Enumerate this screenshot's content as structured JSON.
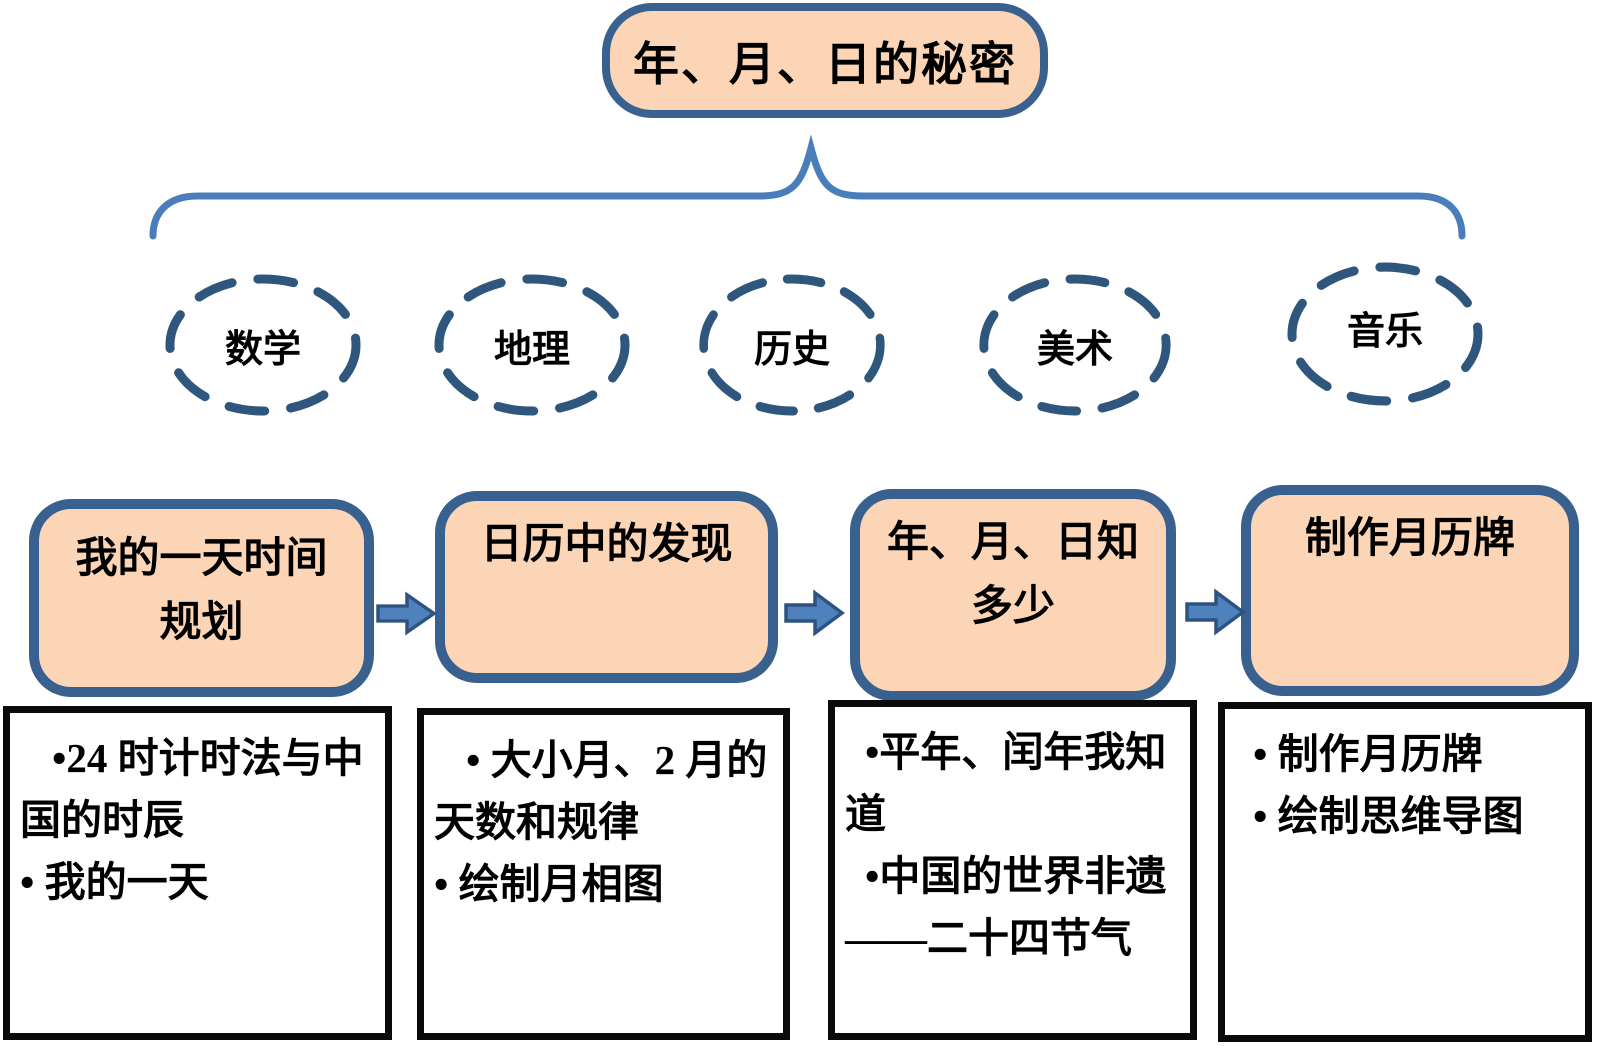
{
  "colors": {
    "peach": "#fbd5b5",
    "box-border": "#38618f",
    "brace": "#4a7ebb",
    "dash": "#2f567c",
    "arrow-fill": "#4f81bd",
    "arrow-border": "#2e5380",
    "detail-border": "#0a0a0a",
    "ink": "#000000"
  },
  "title": "年、月、日的秘密",
  "subjects": [
    {
      "label": "数学"
    },
    {
      "label": "地理"
    },
    {
      "label": "历史"
    },
    {
      "label": "美术"
    },
    {
      "label": "音乐"
    }
  ],
  "stages": [
    {
      "lines": [
        "我的一天时间",
        "规划"
      ]
    },
    {
      "lines": [
        "日历中的发现"
      ]
    },
    {
      "lines": [
        "年、月、日知",
        "多少"
      ]
    },
    {
      "lines": [
        "制作月历牌"
      ]
    }
  ],
  "details": [
    {
      "lines": [
        {
          "text": "•24 时计时法与中"
        },
        {
          "text": "国的时辰"
        },
        {
          "text": "• 我的一天"
        }
      ]
    },
    {
      "lines": [
        {
          "text": "• 大小月、2 月的"
        },
        {
          "text": "天数和规律"
        },
        {
          "text": "• 绘制月相图"
        }
      ]
    },
    {
      "lines": [
        {
          "text": "•平年、闰年我知"
        },
        {
          "text": "道"
        },
        {
          "text": "•中国的世界非遗"
        },
        {
          "text": "——二十四节气"
        }
      ]
    },
    {
      "lines": [
        {
          "text": "• 制作月历牌"
        },
        {
          "text": "• 绘制思维导图"
        }
      ]
    }
  ]
}
